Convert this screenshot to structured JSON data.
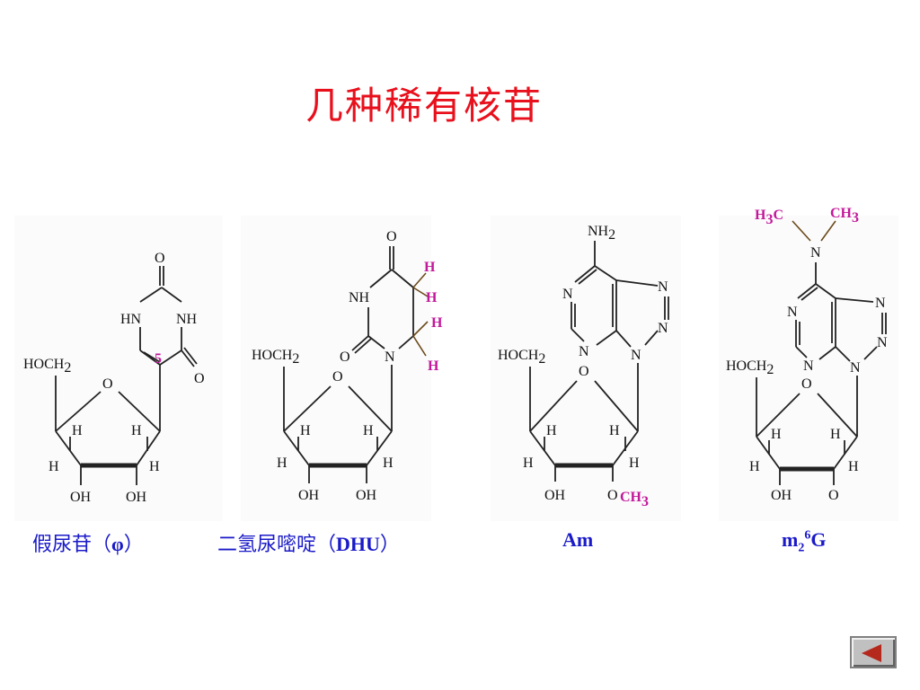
{
  "title": "几种稀有核苷",
  "colors": {
    "title": "#e8101c",
    "caption": "#1a1ac8",
    "highlight": "#c2189a",
    "nav_arrow": "#b5281c"
  },
  "atoms": {
    "O": "O",
    "N": "N",
    "NH": "NH",
    "HN": "HN",
    "H": "H",
    "OH": "OH",
    "HOCH2": "HOCH",
    "sub2": "2",
    "NH2": "NH",
    "sub3": "3",
    "C": "C",
    "CH": "CH",
    "H3C_H": "H",
    "five": "5"
  },
  "molecules": [
    {
      "id": "pseudouridine",
      "caption_cn": "假尿苷（",
      "caption_sym": "φ",
      "caption_end": "）"
    },
    {
      "id": "dhu",
      "caption_cn": "二氢尿嘧啶（",
      "caption_abbr": "DHU",
      "caption_end": "）"
    },
    {
      "id": "am",
      "caption": "Am"
    },
    {
      "id": "m26g",
      "caption_m": "m",
      "caption_sub": "2",
      "caption_sup": "6",
      "caption_g": "G"
    }
  ],
  "nav": {
    "back_icon": "left-arrow-icon"
  }
}
